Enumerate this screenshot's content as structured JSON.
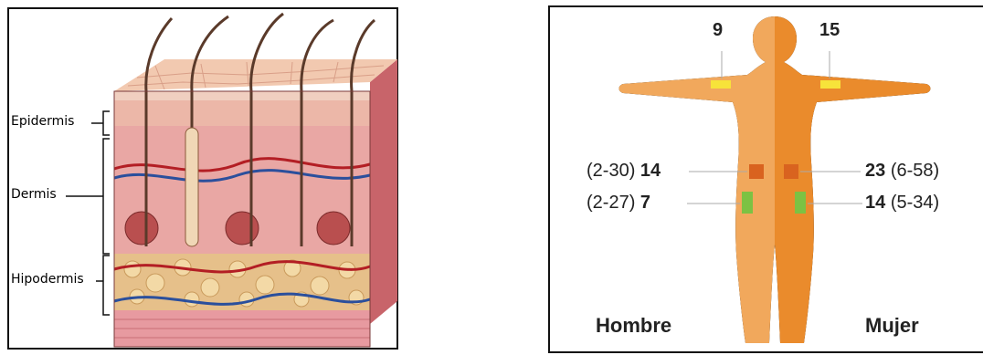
{
  "skin": {
    "labels": {
      "epidermis": "Epidermis",
      "dermis": "Dermis",
      "hipodermis": "Hipodermis"
    }
  },
  "body_map": {
    "arm_left_value": "9",
    "arm_right_value": "15",
    "hombre": {
      "label": "Hombre",
      "abdomen_range": "(2-30)",
      "abdomen_value": "14",
      "thigh_range": "(2-27)",
      "thigh_value": "7"
    },
    "mujer": {
      "label": "Mujer",
      "abdomen_range": "(6-58)",
      "abdomen_value": "23",
      "thigh_range": "(5-34)",
      "thigh_value": "14"
    },
    "colors": {
      "male_body": "#f1a85c",
      "female_body": "#ea8b2c",
      "arm_site": "#f7e33a",
      "abdomen_site": "#d9631f",
      "thigh_site": "#7cc243"
    }
  }
}
